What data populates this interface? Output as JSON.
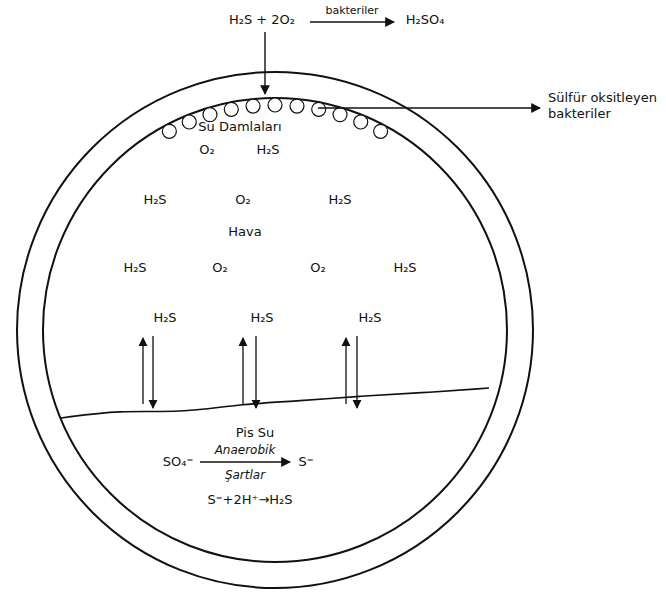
{
  "diagram": {
    "labels": [
      "H₂S + 2O₂",
      "bakteriler",
      "H₂SO₄",
      "Sülfür oksitleyen bakteriler",
      "Su Damlaları",
      "O₂",
      "H₂S",
      "H₂S",
      "O₂",
      "H₂S",
      "Hava",
      "H₂S",
      "O₂",
      "O₂",
      "H₂S",
      "H₂S",
      "H₂S",
      "H₂S",
      "Pis Su",
      "SO₄⁼",
      "Anaerobik",
      "Şartlar",
      "S⁼",
      "S⁼+2H⁺→H₂S"
    ]
  }
}
